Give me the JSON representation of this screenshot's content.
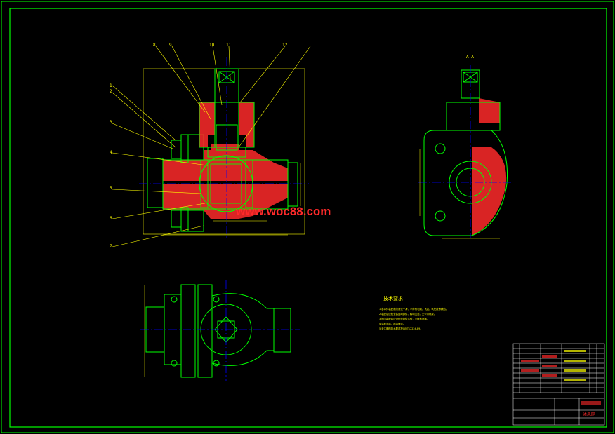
{
  "colors": {
    "background": "#000000",
    "frame": "#00ff00",
    "outline": "#ffffff",
    "centerline": "#0000ff",
    "leader": "#ffff00",
    "hatch": "#ff2a2a",
    "body": "#00ff00"
  },
  "section_label": "A-A",
  "watermark": "www.woc88.com",
  "part_labels": [
    "1",
    "2",
    "3",
    "4",
    "5",
    "6",
    "7",
    "8",
    "9",
    "10",
    "11",
    "12"
  ],
  "notes": {
    "title": "技术要求",
    "lines": [
      "1.各零件装配前须清洗干净，不得有毛刺、飞边、氧化皮等缺陷。",
      "2.装配后应检查各运动部件，转动灵活，无卡滞现象。",
      "3.阀门装配后应进行密封性试验，不得有渗漏。",
      "4.涂底漆后，再涂面漆。",
      "5.未注明的技术要求按GB/T12224-89。"
    ]
  },
  "title_block": {
    "school": "沐风网"
  }
}
